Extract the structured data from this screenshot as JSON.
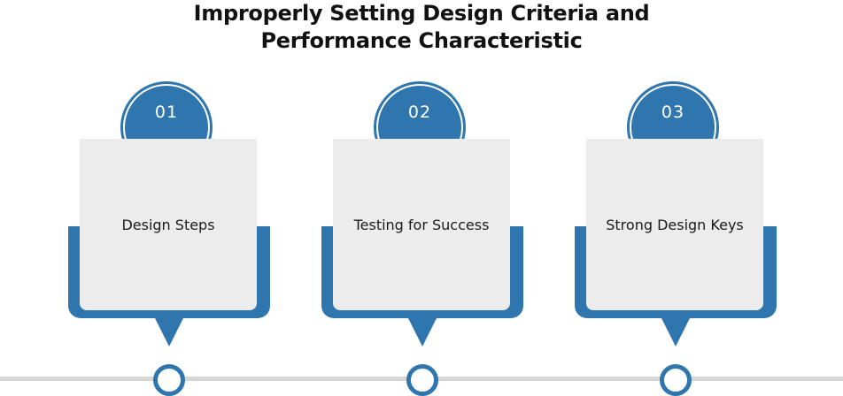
{
  "title": {
    "line1": "Improperly Setting Design Criteria and",
    "line2": "Performance Characteristic"
  },
  "steps": [
    {
      "number": "01",
      "label": "Design Steps"
    },
    {
      "number": "02",
      "label": "Testing for Success"
    },
    {
      "number": "03",
      "label": "Strong Design Keys"
    }
  ],
  "colors": {
    "accent": "#2f76ae",
    "card": "#ececec",
    "timeline": "#d6d6d6",
    "title": "#111111"
  }
}
